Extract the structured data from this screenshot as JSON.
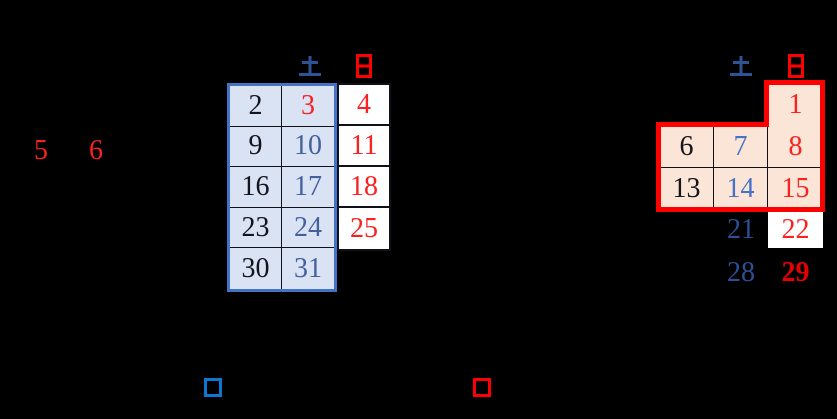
{
  "floating_days": [
    "5",
    "6"
  ],
  "calendar_left": {
    "headers": {
      "saturday": "土",
      "sunday": "日"
    },
    "rows": [
      [
        "2",
        "3",
        "4"
      ],
      [
        "9",
        "10",
        "11"
      ],
      [
        "16",
        "17",
        "18"
      ],
      [
        "23",
        "24",
        "25"
      ],
      [
        "30",
        "31"
      ]
    ]
  },
  "calendar_right": {
    "headers": {
      "saturday": "土",
      "sunday": "日"
    },
    "first_sunday": "1",
    "rows": [
      [
        "6",
        "7",
        "8"
      ],
      [
        "13",
        "14",
        "15"
      ]
    ],
    "later_days": {
      "sat_week3": "21",
      "sun_week3": "22",
      "sat_week4": "28",
      "sun_week4": "29"
    }
  },
  "colors": {
    "background": "#000000",
    "weekday_black": "#14141f",
    "saturday_blue": "#44619e",
    "saturday_bright_blue": "#4473c7",
    "saturday_navy": "#2d4f96",
    "sunday_red": "#fa2121",
    "holiday_bold_red": "#e60000",
    "header_saturday_blue": "#2e5395",
    "header_sunday_red": "#ff0000",
    "march_fill": "#dae3f3",
    "march_border": "#4472c4",
    "april_fill": "#fbe5d6",
    "april_border": "#ff0000",
    "grid_line": "#10101a",
    "white_cell": "#ffffff",
    "legend_blue": "#0d78d0",
    "legend_red": "#ff0000"
  }
}
